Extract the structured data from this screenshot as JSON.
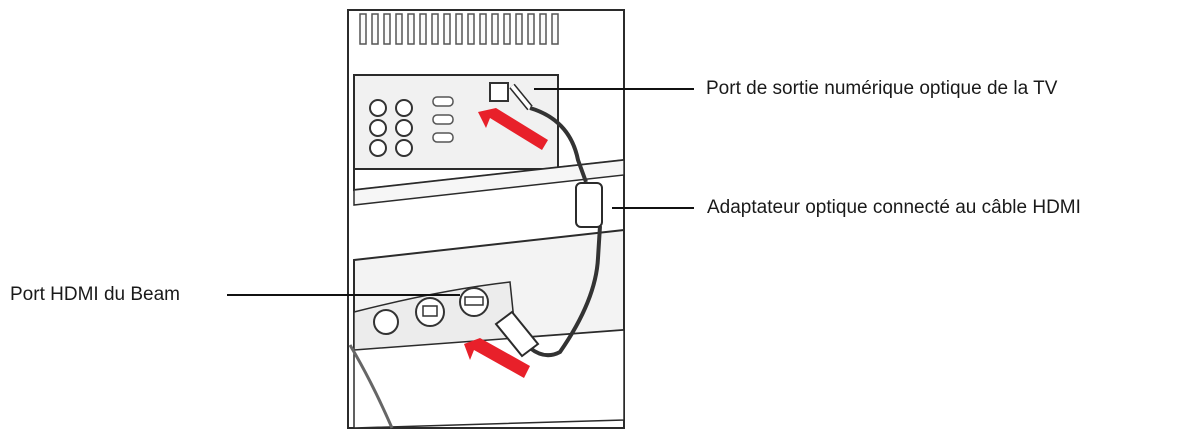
{
  "callouts": {
    "tv_optical_out": "Port de sortie numérique optique de la TV",
    "optical_adapter": "Adaptateur optique connecté au câble HDMI",
    "beam_hdmi_port": "Port HDMI du Beam"
  },
  "colors": {
    "outline": "#2b2b2b",
    "panel_fill": "#f1f1f1",
    "arrow": "#e8202a",
    "label": "#1a1a1a"
  },
  "icons": [
    "tv-back-panel",
    "optical-port-icon",
    "hdmi-port-icon",
    "ethernet-port-icon",
    "power-port-icon",
    "insert-arrow-icon",
    "cable-icon"
  ]
}
